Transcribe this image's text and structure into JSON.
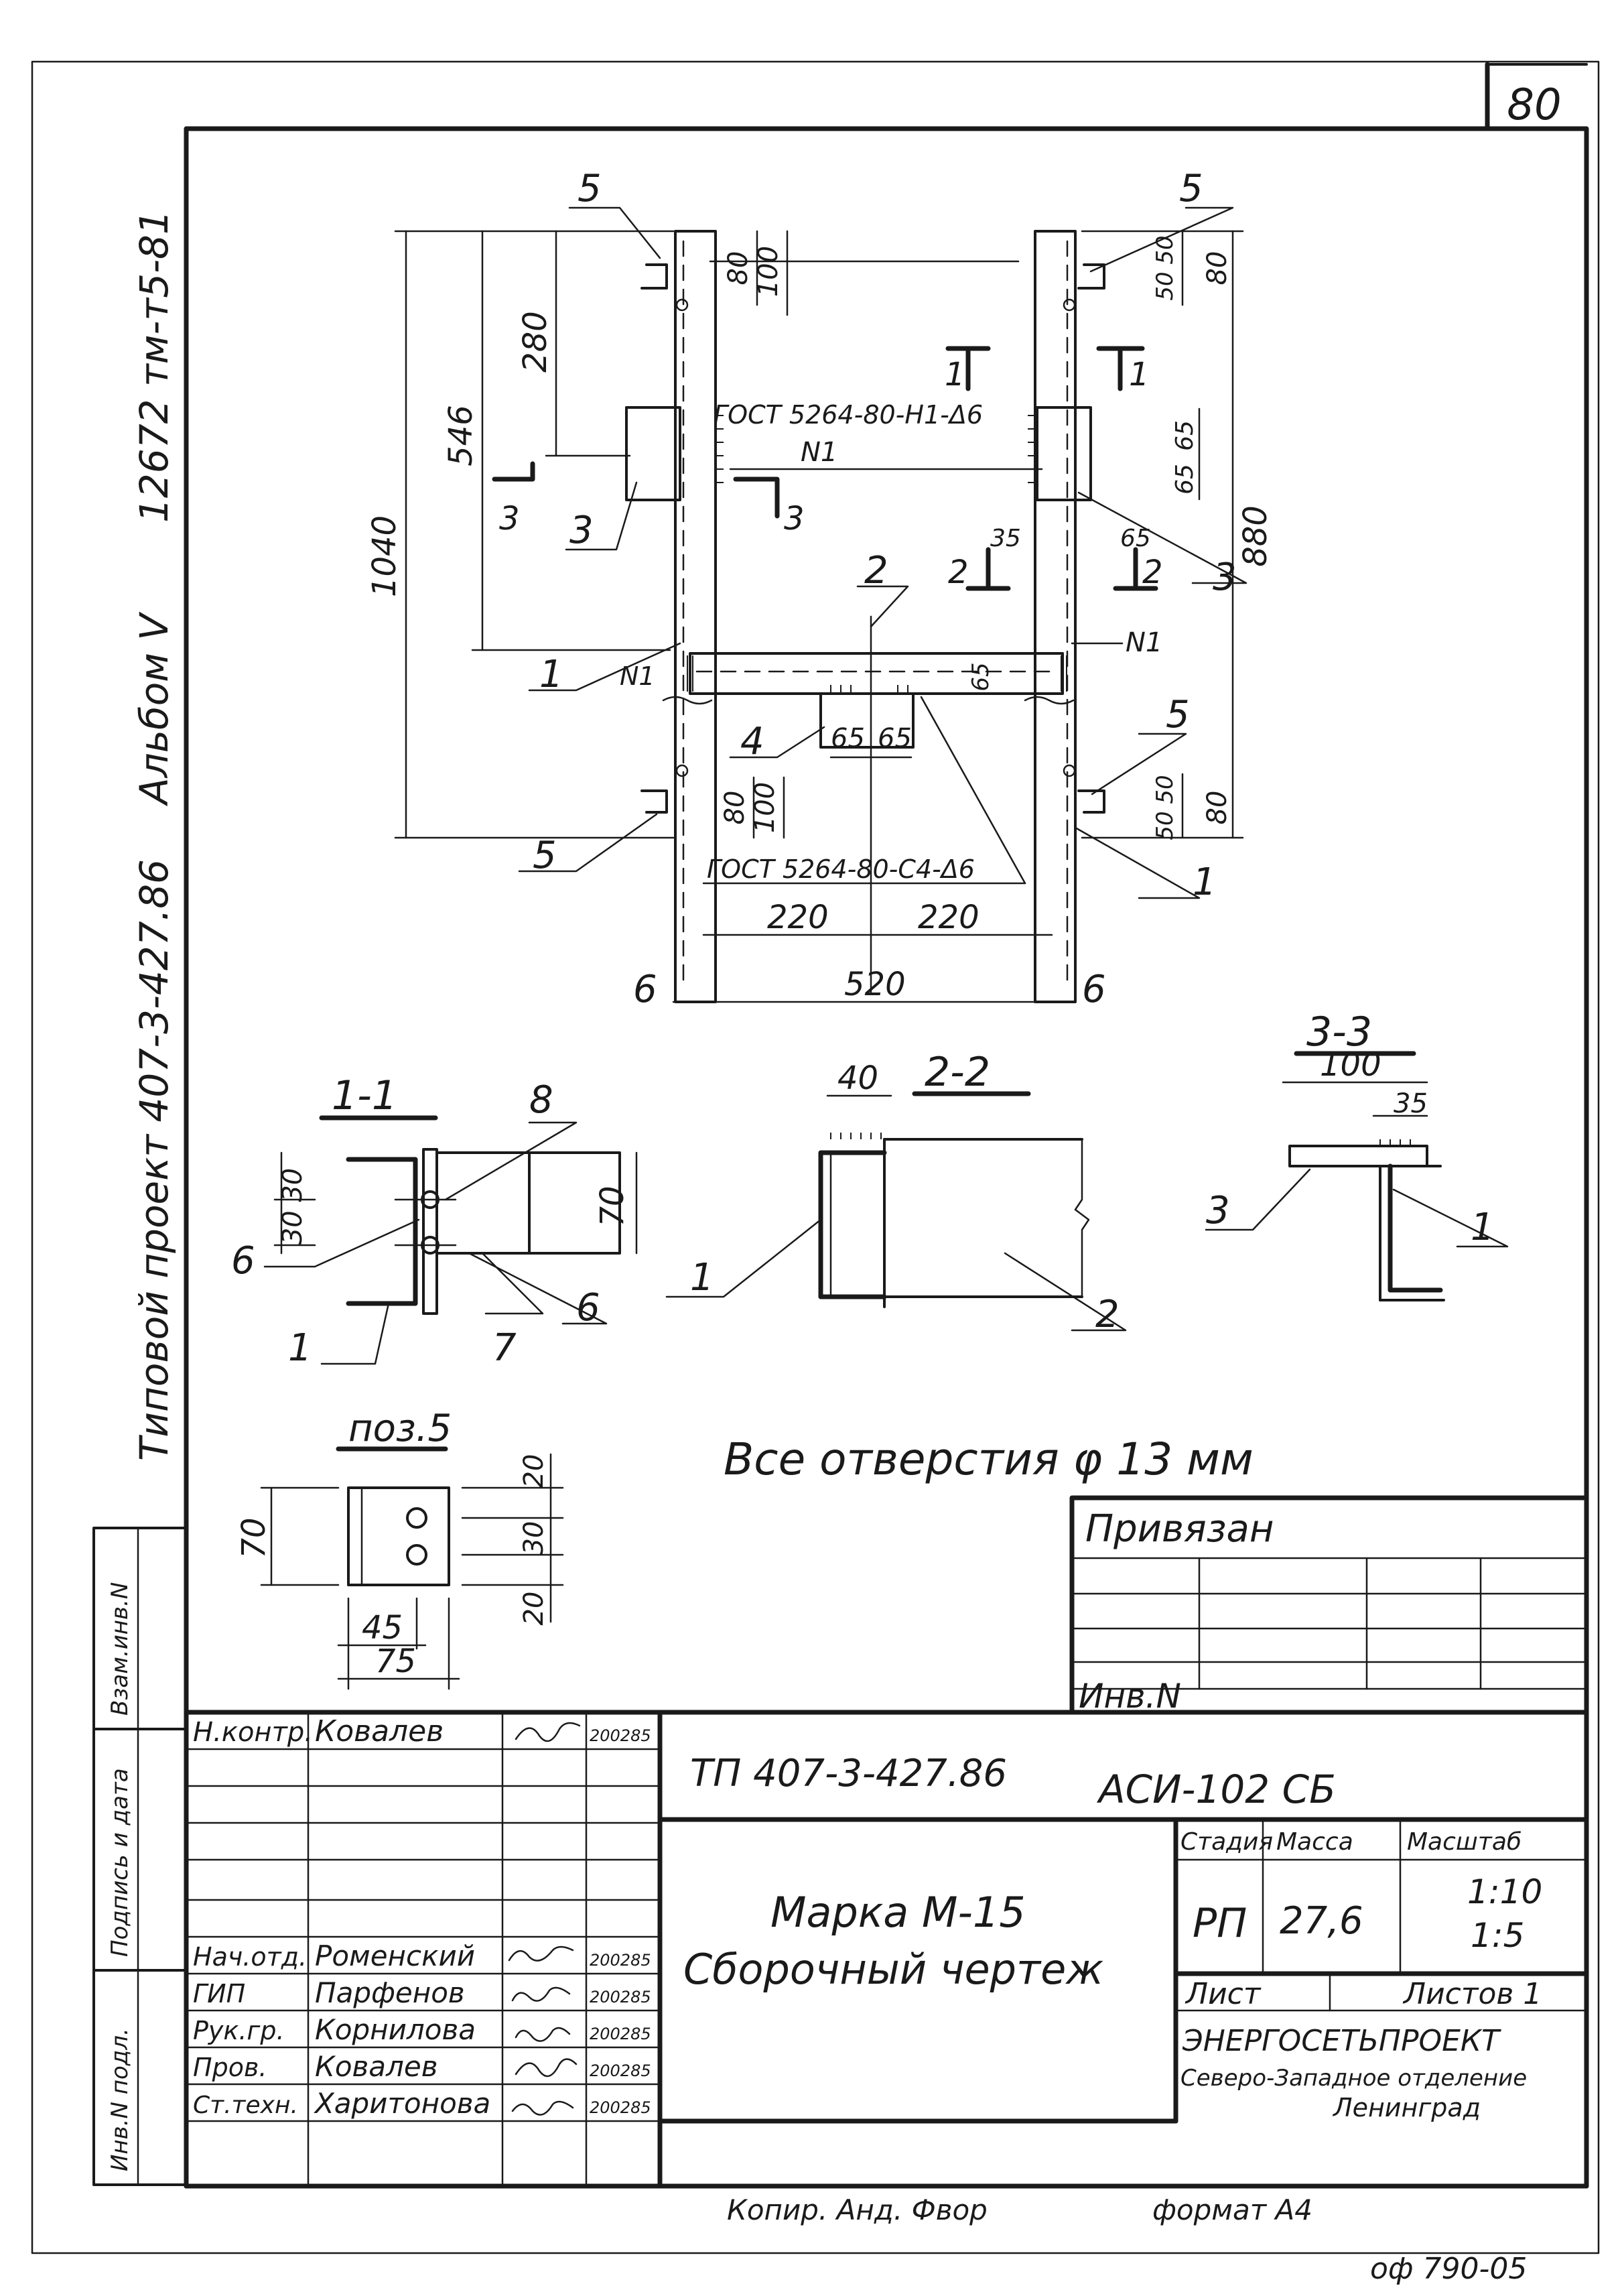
{
  "sheet": {
    "page_number": "80",
    "album_code_vertical": "12672 тм-т5-81",
    "album_vertical": "Альбом V",
    "project_vertical": "Типовой проект 407-3-427.86",
    "note": "Все отверстия φ 13 мм",
    "copied_by": "Копир. Анд. Фвор",
    "format": "формат А4",
    "form_code": "оф 790-05"
  },
  "drawing": {
    "pos_1": "1",
    "pos_2": "2",
    "pos_3": "3",
    "pos_4": "4",
    "pos_5": "5",
    "pos_6": "6",
    "pos_7": "7",
    "pos_8": "8",
    "cut_1": "1",
    "cut_2": "2",
    "cut_3": "3",
    "weld_n1": "N1",
    "gost_top": "ГОСТ 5264-80-Н1-Δ6",
    "gost_bottom": "ГОСТ 5264-80-С4-Δ6",
    "dim_1040": "1040",
    "dim_546": "546",
    "dim_280": "280",
    "dim_80": "80",
    "dim_100": "100",
    "dim_50_50": "50 50",
    "dim_880": "880",
    "dim_65": "65",
    "dim_35": "35",
    "dim_220": "220",
    "dim_520": "520",
    "dim_40": "40",
    "dim_70": "70",
    "dim_30_30": "30 30",
    "dim_20": "20",
    "dim_30": "30",
    "dim_45": "45",
    "dim_75": "75"
  },
  "sections": {
    "s11": "1-1",
    "s22": "2-2",
    "s33": "3-3",
    "pos5": "поз.5"
  },
  "binding_box": {
    "title": "Привязан",
    "inv": "Инв.N"
  },
  "side_strip": {
    "vzam": "Взам.инв.N",
    "podpis": "Подпись и дата",
    "inv_podl": "Инв.N подл."
  },
  "title_block": {
    "project": "ТП 407-3-427.86",
    "code": "АСИ-102 СБ",
    "name_line1": "Марка М-15",
    "name_line2": "Сборочный чертеж",
    "stage_label": "Стадия",
    "mass_label": "Масса",
    "scale_label": "Масштаб",
    "stage": "РП",
    "mass": "27,6",
    "scale1": "1:10",
    "scale2": "1:5",
    "sheet_label": "Лист",
    "sheets_label": "Листов 1",
    "org1": "ЭНЕРГОСЕТЬПРОЕКТ",
    "org2": "Северо-Западное отделение",
    "org3": "Ленинград",
    "signers": [
      {
        "role": "Н.контр.",
        "name": "Ковалев",
        "date": "200285"
      },
      {
        "role": "Нач.отд.",
        "name": "Роменский",
        "date": "200285"
      },
      {
        "role": "ГИП",
        "name": "Парфенов",
        "date": "200285"
      },
      {
        "role": "Рук.гр.",
        "name": "Корнилова",
        "date": "200285"
      },
      {
        "role": "Пров.",
        "name": "Ковалев",
        "date": "200285"
      },
      {
        "role": "Ст.техн.",
        "name": "Харитонова",
        "date": "200285"
      }
    ]
  }
}
